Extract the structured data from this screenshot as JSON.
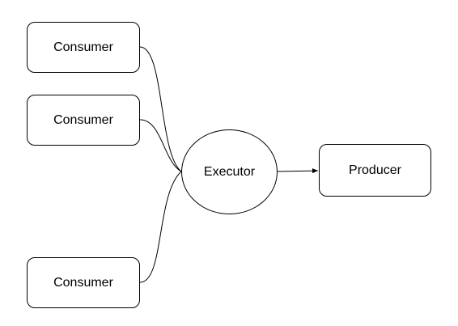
{
  "diagram": {
    "nodes": {
      "consumer_1": {
        "label": "Consumer",
        "shape": "rounded-rect"
      },
      "consumer_2": {
        "label": "Consumer",
        "shape": "rounded-rect"
      },
      "consumer_3": {
        "label": "Consumer",
        "shape": "rounded-rect"
      },
      "executor": {
        "label": "Executor",
        "shape": "ellipse"
      },
      "producer": {
        "label": "Producer",
        "shape": "rounded-rect"
      }
    },
    "edges": [
      {
        "from": "consumer_1",
        "to": "executor",
        "style": "curve",
        "arrow": false
      },
      {
        "from": "consumer_2",
        "to": "executor",
        "style": "curve",
        "arrow": false
      },
      {
        "from": "consumer_3",
        "to": "executor",
        "style": "curve",
        "arrow": false
      },
      {
        "from": "executor",
        "to": "producer",
        "style": "straight",
        "arrow": true
      }
    ],
    "colors": {
      "stroke": "#000000",
      "fill": "#ffffff",
      "text": "#000000"
    }
  }
}
